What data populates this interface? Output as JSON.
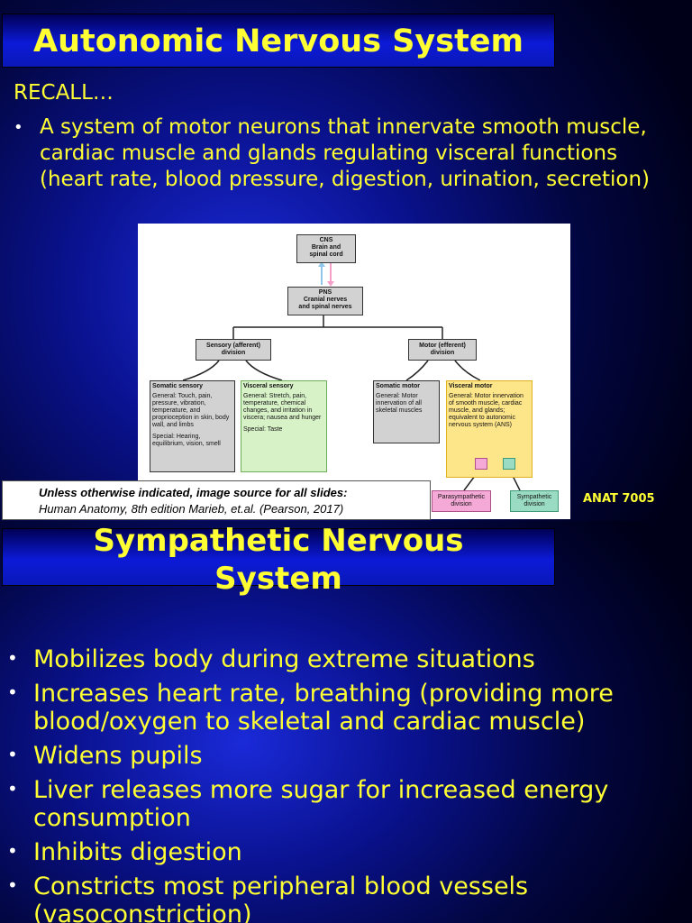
{
  "slide1": {
    "title": "Autonomic Nervous System",
    "recall": "RECALL…",
    "bullets": [
      "A system of motor neurons that innervate smooth muscle, cardiac muscle and glands regulating visceral functions (heart rate, blood pressure, digestion, urination, secretion)"
    ],
    "diagram": {
      "cns": {
        "title": "CNS",
        "lines": [
          "Brain and",
          "spinal cord"
        ]
      },
      "pns": {
        "title": "PNS",
        "lines": [
          "Cranial nerves",
          "and spinal nerves"
        ]
      },
      "sensory": {
        "lines": [
          "Sensory (afferent)",
          "division"
        ]
      },
      "motor": {
        "lines": [
          "Motor (efferent)",
          "division"
        ]
      },
      "somatic_sensory": {
        "title": "Somatic sensory",
        "general": "General: Touch, pain, pressure, vibration, temperature, and proprioception in skin, body wall, and limbs",
        "special": "Special: Hearing, equilibrium, vision, smell"
      },
      "visceral_sensory": {
        "title": "Visceral sensory",
        "general": "General: Stretch, pain, temperature, chemical changes, and irritation in viscera; nausea and hunger",
        "special": "Special: Taste"
      },
      "somatic_motor": {
        "title": "Somatic motor",
        "general": "General: Motor innervation of all skeletal muscles"
      },
      "visceral_motor": {
        "title": "Visceral motor",
        "general": "General: Motor innervation of smooth muscle, cardiac muscle, and glands; equivalent to autonomic nervous system (ANS)"
      },
      "parasympathetic": {
        "lines": [
          "Parasympathetic",
          "division"
        ]
      },
      "sympathetic": {
        "lines": [
          "Sympathetic",
          "division"
        ]
      }
    },
    "caption": {
      "line1": "Unless otherwise indicated, image source for all slides:",
      "line2": "Human Anatomy, 8th edition Marieb, et.al.  (Pearson, 2017)"
    },
    "course_code": "ANAT 7005"
  },
  "slide2": {
    "title_line1": "Sympathetic Nervous",
    "title_line2": "System",
    "bullets": [
      "Mobilizes body during extreme situations",
      "Increases heart rate, breathing (providing more blood/oxygen to skeletal and cardiac muscle)",
      "Widens pupils",
      "Liver releases more sugar for increased energy consumption",
      "Inhibits digestion",
      "Constricts most peripheral blood vessels (vasoconstriction)"
    ]
  },
  "colors": {
    "text_accent": "#ffff33",
    "title_bar": "#0c1ad8",
    "background": "#020640"
  }
}
